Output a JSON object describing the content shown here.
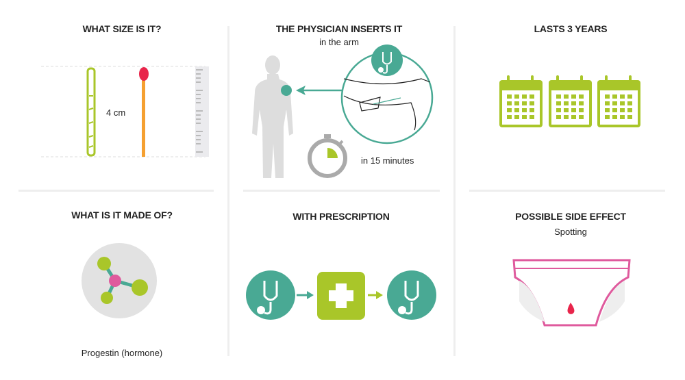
{
  "panels": {
    "size": {
      "title": "WHAT SIZE IS IT?",
      "measure": "4 cm"
    },
    "insert": {
      "title": "THE PHYSICIAN INSERTS IT",
      "subtitle": "in the arm",
      "duration": "in 15 minutes"
    },
    "duration": {
      "title": "LASTS 3 YEARS",
      "calendar_count": 3
    },
    "composition": {
      "title": "WHAT IS IT MADE OF?",
      "caption": "Progestin (hormone)"
    },
    "prescription": {
      "title": "WITH PRESCRIPTION"
    },
    "side_effect": {
      "title": "POSSIBLE SIDE EFFECT",
      "subtitle": "Spotting"
    }
  },
  "colors": {
    "lime": "#a9c629",
    "teal": "#49a994",
    "pink": "#df5a9d",
    "red": "#e8254b",
    "orange": "#f5a031",
    "gray": "#d9d9d9"
  }
}
